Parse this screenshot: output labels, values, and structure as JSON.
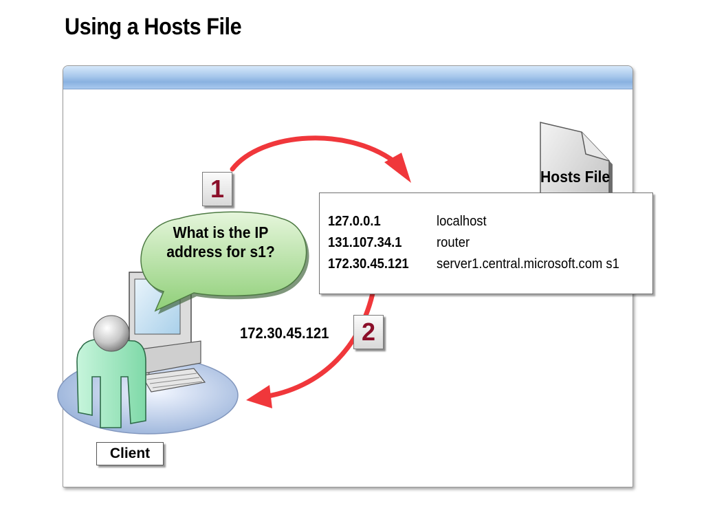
{
  "slide": {
    "title": "Using a Hosts File"
  },
  "steps": {
    "one": "1",
    "two": "2"
  },
  "question": "What is the IP address for s1?",
  "answer": "172.30.45.121",
  "hosts_file": {
    "label": "Hosts File",
    "entries": [
      {
        "ip": "127.0.0.1",
        "name": "localhost"
      },
      {
        "ip": "131.107.34.1",
        "name": "router"
      },
      {
        "ip": "172.30.45.121",
        "name": "server1.central.microsoft.com s1"
      }
    ]
  },
  "client": {
    "label": "Client"
  },
  "colors": {
    "arrow": "#f0373b",
    "step_number": "#8b0f2a",
    "bubble": "#b8e2a6",
    "person": "#a9ecc8"
  },
  "icons": [
    "document-icon",
    "computer-icon",
    "user-icon",
    "speech-bubble-icon",
    "curved-arrow-icon"
  ]
}
